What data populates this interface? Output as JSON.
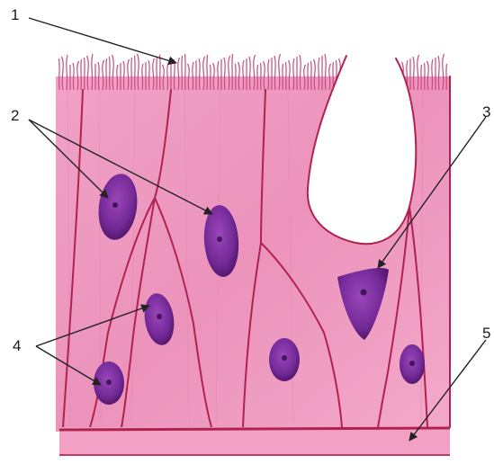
{
  "labels": {
    "l1": "1",
    "l2": "2",
    "l3": "3",
    "l4": "4",
    "l5": "5"
  },
  "colors": {
    "background": "#ffffff",
    "cytoplasm": "#ef9bc0",
    "cytoplasm_dark": "#e27aa8",
    "cell_membrane": "#b0224f",
    "cilia": "#c94a7c",
    "nucleus": "#7a2c9c",
    "nucleus_dark": "#4b1566",
    "goblet_space": "#ffffff",
    "basement_membrane": "#f2a0c4",
    "leader_line": "#222222"
  },
  "icons": {
    "label_arrow": "arrowhead"
  }
}
